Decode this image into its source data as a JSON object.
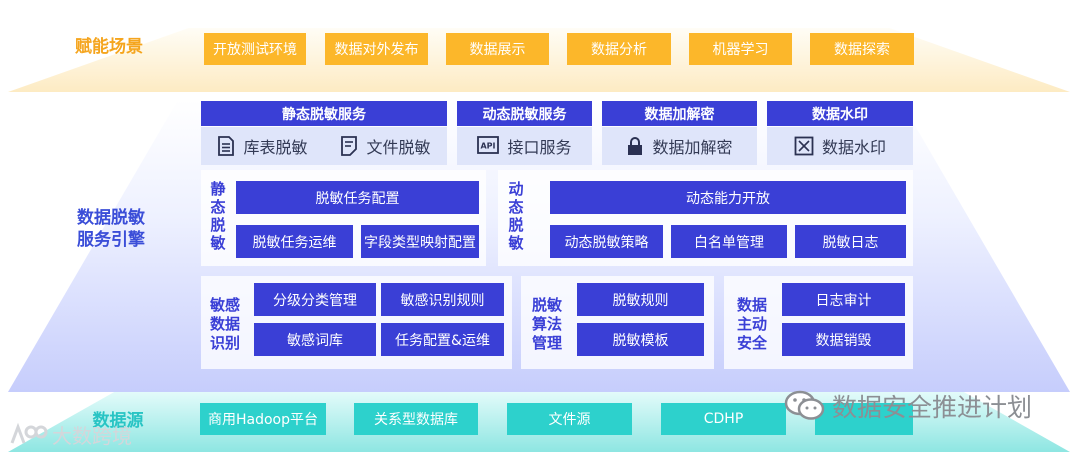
{
  "layers": {
    "top_label": "赋能场景",
    "middle_label_line1": "数据脱敏",
    "middle_label_line2": "服务引擎",
    "bottom_label": "数据源"
  },
  "scenarios": [
    "开放测试环境",
    "数据对外发布",
    "数据展示",
    "数据分析",
    "机器学习",
    "数据探索"
  ],
  "services": {
    "static": {
      "title": "静态脱敏服务",
      "items": [
        {
          "label": "库表脱敏",
          "icon": "database-icon"
        },
        {
          "label": "文件脱敏",
          "icon": "document-icon"
        }
      ]
    },
    "dynamic": {
      "title": "动态脱敏服务",
      "items": [
        {
          "label": "接口服务",
          "icon": "api-icon"
        }
      ]
    },
    "encrypt": {
      "title": "数据加解密",
      "items": [
        {
          "label": "数据加解密",
          "icon": "lock-icon"
        }
      ]
    },
    "watermark": {
      "title": "数据水印",
      "items": [
        {
          "label": "数据水印",
          "icon": "watermark-icon"
        }
      ]
    }
  },
  "static_engine": {
    "label": "静态脱敏",
    "config": "脱敏任务配置",
    "ops": "脱敏任务运维",
    "mapping": "字段类型映射配置"
  },
  "dynamic_engine": {
    "label": "动态脱敏",
    "open": "动态能力开放",
    "policy": "动态脱敏策略",
    "whitelist": "白名单管理",
    "log": "脱敏日志"
  },
  "sensitive": {
    "label_lines": [
      "敏感",
      "数据",
      "识别"
    ],
    "items": [
      "分级分类管理",
      "敏感识别规则",
      "敏感词库",
      "任务配置&运维"
    ]
  },
  "algorithm": {
    "label_lines": [
      "脱敏",
      "算法",
      "管理"
    ],
    "items": [
      "脱敏规则",
      "脱敏模板"
    ]
  },
  "active_security": {
    "label_lines": [
      "数据",
      "主动",
      "安全"
    ],
    "items": [
      "日志审计",
      "数据销毁"
    ]
  },
  "sources": [
    "商用Hadoop平台",
    "关系型数据库",
    "文件源",
    "CDHP",
    ""
  ],
  "watermarks": {
    "right": "数据安全推进计划",
    "left": "大数跨境"
  },
  "colors": {
    "orange": "#fcb72a",
    "blue": "#3a3fd6",
    "teal": "#2dd1cc",
    "label_orange": "#f5a51e",
    "label_blue": "#3b4ed8"
  }
}
